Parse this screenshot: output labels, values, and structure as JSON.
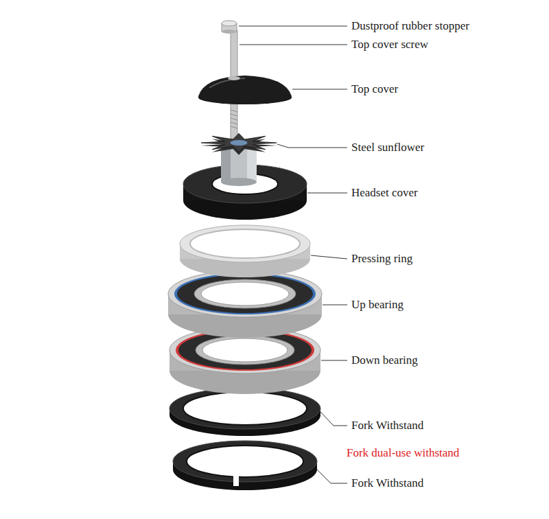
{
  "diagram": {
    "labels": [
      "Dustproof rubber stopper",
      "Top cover screw",
      "Top cover",
      "Steel sunflower",
      "Headset cover",
      "Pressing ring",
      "Up bearing",
      "Down bearing",
      "Fork Withstand",
      "Fork dual-use withstand",
      "Fork Withstand"
    ]
  }
}
